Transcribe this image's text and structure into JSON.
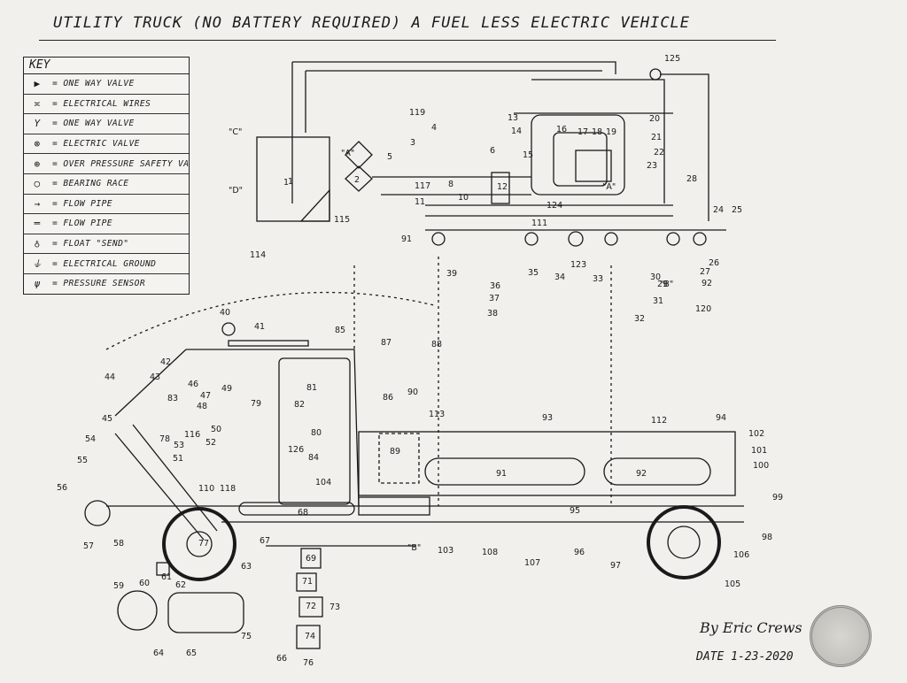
{
  "title": "UTILITY TRUCK (NO BATTERY REQUIRED) A FUEL LESS ELECTRIC VEHICLE",
  "key": {
    "heading": "KEY",
    "rows": [
      {
        "icon": "one-way-valve-arrow-icon",
        "symbol": "▶",
        "text": "= ONE WAY VALVE"
      },
      {
        "icon": "electrical-wires-icon",
        "symbol": "≍",
        "text": "= ELECTRICAL WIRES"
      },
      {
        "icon": "y-valve-icon",
        "symbol": "Y",
        "text": "= ONE WAY VALVE"
      },
      {
        "icon": "electric-valve-icon",
        "symbol": "⊗",
        "text": "= ELECTRIC VALVE"
      },
      {
        "icon": "safety-valve-icon",
        "symbol": "⊕",
        "text": "= OVER PRESSURE SAFETY VALVE"
      },
      {
        "icon": "bearing-race-icon",
        "symbol": "○",
        "text": "= BEARING RACE"
      },
      {
        "icon": "flow-pipe-arrow-icon",
        "symbol": "→",
        "text": "= FLOW PIPE"
      },
      {
        "icon": "flow-pipe-icon",
        "symbol": "═",
        "text": "= FLOW PIPE"
      },
      {
        "icon": "float-send-icon",
        "symbol": "♁",
        "text": "= FLOAT \"SEND\""
      },
      {
        "icon": "electrical-ground-icon",
        "symbol": "⏚",
        "text": "= ELECTRICAL GROUND"
      },
      {
        "icon": "pressure-sensor-icon",
        "symbol": "ψ",
        "text": "= PRESSURE SENSOR"
      }
    ]
  },
  "letter_labels": {
    "c": "\"C\"",
    "d": "\"D\"",
    "a": "\"A\"",
    "a2": "\"A\"",
    "b": "\"B\"",
    "b2": "\"B\""
  },
  "tank_labels": {
    "tank1": "1",
    "tank2": "2",
    "tank91": "91",
    "tank92": "92"
  },
  "part_numbers": [
    "1",
    "3",
    "4",
    "5",
    "6",
    "8",
    "10",
    "11",
    "12",
    "13",
    "14",
    "15",
    "16",
    "17",
    "18",
    "19",
    "20",
    "21",
    "22",
    "23",
    "24",
    "25",
    "26",
    "27",
    "28",
    "29",
    "30",
    "31",
    "32",
    "33",
    "34",
    "35",
    "36",
    "37",
    "38",
    "39",
    "40",
    "41",
    "42",
    "43",
    "44",
    "45",
    "46",
    "47",
    "48",
    "49",
    "50",
    "51",
    "52",
    "53",
    "54",
    "55",
    "56",
    "57",
    "58",
    "59",
    "60",
    "61",
    "62",
    "63",
    "64",
    "65",
    "66",
    "67",
    "68",
    "69",
    "71",
    "72",
    "73",
    "74",
    "75",
    "76",
    "77",
    "78",
    "79",
    "80",
    "81",
    "82",
    "83",
    "84",
    "85",
    "86",
    "87",
    "88",
    "89",
    "90",
    "91",
    "92",
    "93",
    "94",
    "95",
    "96",
    "97",
    "98",
    "99",
    "100",
    "101",
    "102",
    "103",
    "104",
    "105",
    "106",
    "107",
    "108",
    "110",
    "111",
    "112",
    "113",
    "114",
    "115",
    "116",
    "117",
    "118",
    "119",
    "120",
    "123",
    "124",
    "125",
    "126"
  ],
  "signature": "By Eric Crews",
  "date": "DATE 1-23-2020",
  "colors": {
    "ink": "#1a1a1a",
    "paper": "#f1f0ec"
  }
}
